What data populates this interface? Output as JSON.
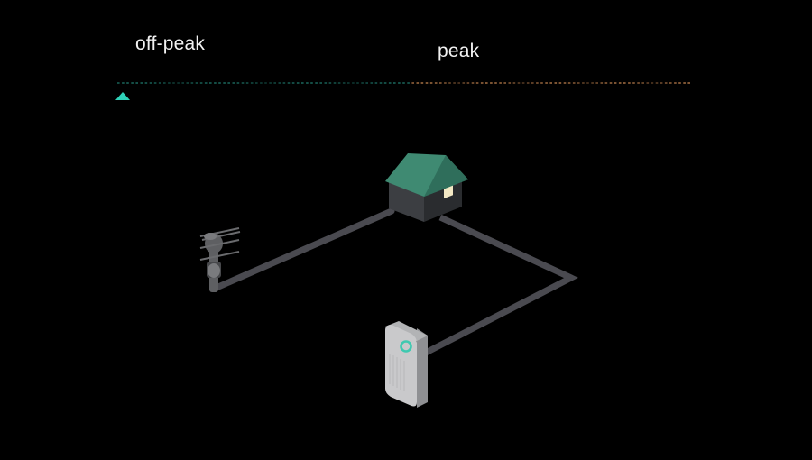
{
  "timeline": {
    "offpeak_label": "off-peak",
    "peak_label": "peak",
    "current_position": 0,
    "colors": {
      "offpeak": "#2fb8a5",
      "peak": "#e0965a",
      "marker": "#2fd1b8"
    }
  },
  "scene": {
    "components": [
      "utility-pole",
      "house",
      "home-battery"
    ],
    "colors": {
      "cable": "#4a4a50",
      "roof": "#3f8a72",
      "house_wall": "#3c3e42",
      "window": "#f3e8c4",
      "battery_body": "#c9c9cb",
      "battery_ring": "#3fc9b0",
      "pole": "#5e5f62"
    }
  }
}
